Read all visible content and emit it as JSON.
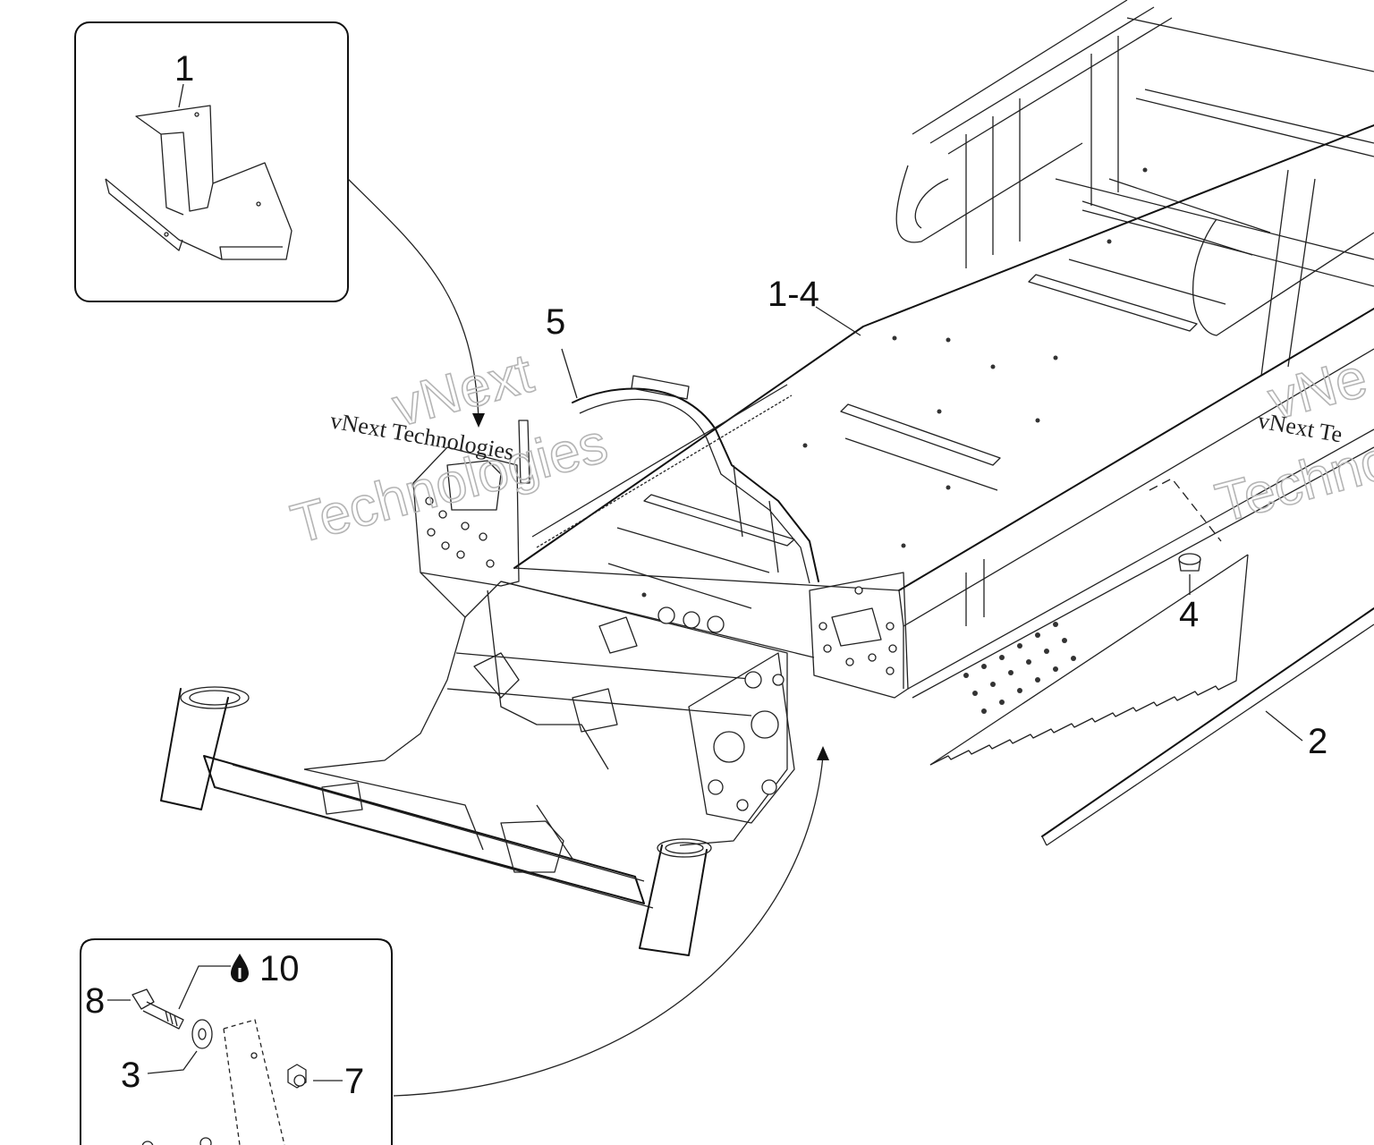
{
  "callouts": {
    "c1": "1",
    "c1_4": "1-4",
    "c2": "2",
    "c3": "3",
    "c4": "4",
    "c5": "5",
    "c7": "7",
    "c8": "8",
    "c10": "10"
  },
  "watermark": {
    "big_line1": "vNext",
    "big_line2": "Technologies",
    "small": "vNext Technologies",
    "right_big_line1": "vNe",
    "right_big_line2": "Techno",
    "right_small": "vNext Te"
  },
  "icons": {
    "fluid_drop": "oil-drop-icon"
  },
  "colors": {
    "line": "#111111",
    "watermark": "#b5b5b5",
    "background": "#ffffff"
  }
}
